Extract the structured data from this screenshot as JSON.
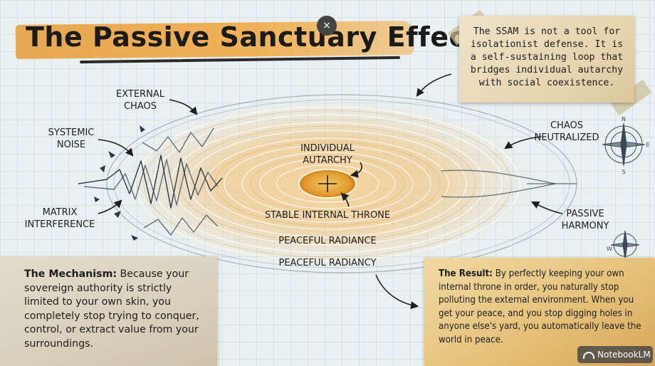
{
  "title": "The Passive Sanctuary Effect",
  "close_label": "×",
  "labels": {
    "external_chaos": [
      "EXTERNAL",
      "CHAOS"
    ],
    "systemic_noise": [
      "SYSTEMIC",
      "NOISE"
    ],
    "matrix_interference": [
      "MATRIX",
      "INTERFERENCE"
    ],
    "individual_autarchy": [
      "INDIVIDUAL",
      "AUTARCHY"
    ],
    "stable_internal_throne": "STABLE INTERNAL THRONE",
    "peaceful_radiance": "PEACEFUL RADIANCE",
    "peaceful_radiancy": "PEACEFUL RADIANCY",
    "chaos_neutralized": [
      "CHAOS",
      "NEUTRALIZED"
    ],
    "passive_harmony": [
      "PASSIVE",
      "HARMONY"
    ]
  },
  "notes": {
    "top": "The SSAM is not a tool for isolationist defense. It is a self-sustaining loop that bridges individual autarchy with social coexistence.",
    "mechanism_heading": "The Mechanism:",
    "mechanism_body": "Because your sovereign authority is strictly limited to your own skin, you completely stop trying to conquer, control, or extract value from your surroundings.",
    "result_heading": "The Result:",
    "result_body": "By perfectly keeping your own internal throne in order, you naturally stop polluting the external environment. When you get your peace, and you stop digging holes in anyone else's yard, you automatically leave the world in peace."
  },
  "compass_letters": [
    "N",
    "E",
    "S",
    "W"
  ],
  "badge": "NotebookLM",
  "colors": {
    "title_highlight": "#e99b3a",
    "ring": "#e8b06a",
    "core": "#e39a2c",
    "ink": "#1e1e1e"
  }
}
